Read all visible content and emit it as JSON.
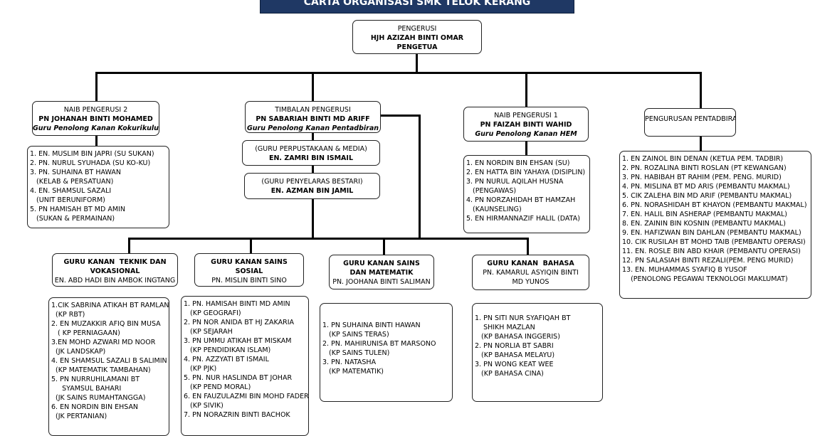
{
  "title": "CARTA ORGANISASI SMK TELOK KERANG",
  "chair": {
    "role": "PENGERUSI",
    "name": "HJH AZIZAH BINTI OMAR",
    "post": "PENGETUA"
  },
  "vp2": {
    "role": "NAIB PENGERUSI 2",
    "name": "PN JOHANAH BINTI MOHAMED",
    "post": "Guru Penolong Kanan Kokurikulum",
    "members": [
      "1. EN. MUSLIM BIN JAPRI (SU SUKAN)",
      "2. PN. NURUL SYUHADA (SU KO-KU)",
      "3. PN. SUHAINA BT HAWAN",
      "   (KELAB & PERSATUAN)",
      "4. EN. SHAMSUL SAZALI",
      "   (UNIT BERUNIFORM)",
      "5. PN HAMISAH BT MD AMIN",
      "   (SUKAN & PERMAINAN)"
    ]
  },
  "deputy": {
    "role": "TIMBALAN PENGERUSI",
    "name": "PN SABARIAH BINTI MD ARIFF",
    "post": "Guru Penolong Kanan Pentadbiran"
  },
  "library": {
    "role": "(GURU PERPUSTAKAAN & MEDIA)",
    "name": "EN. ZAMRI BIN ISMAIL"
  },
  "bestari": {
    "role": "(GURU PENYELARAS BESTARI)",
    "name": "EN. AZMAN BIN JAMIL"
  },
  "vp1": {
    "role": "NAIB PENGERUSI 1",
    "name": "PN FAIZAH BINTI WAHID",
    "post": "Guru Penolong Kanan HEM",
    "members": [
      "1. EN NORDIN BIN EHSAN (SU)",
      "2. EN HATTA BIN YAHAYA (DISIPLIN)",
      "3. PN NURUL AQILAH HUSNA",
      "   (PENGAWAS)",
      "4. PN NORZAHIDAH BT HAMZAH",
      "   (KAUNSELING)",
      "5. EN HIRMANNAZIF HALIL (DATA)"
    ]
  },
  "admin": {
    "role": "PENGURUSAN PENTADBIRAN",
    "members": [
      "1. EN ZAINOL BIN DENAN (KETUA PEM. TADBIR)",
      "2. PN. ROZALINA BINTI ROSLAN (PT KEWANGAN)",
      "3. PN. HABIBAH BT RAHIM (PEM. PENG. MURID)",
      "4. PN. MISLINA BT MD ARIS (PEMBANTU MAKMAL)",
      "5. CIK ZALEHA BIN MD ARIF (PEMBANTU MAKMAL)",
      "6. PN. NORASHIDAH BT KHAYON (PEMBANTU MAKMAL)",
      "7. EN. HALIL BIN ASHERAP (PEMBANTU MAKMAL)",
      "8. EN. ZAININ BIN KOSNIN (PEMBANTU MAKMAL)",
      "9. EN. HAFIZWAN BIN DAHLAN (PEMBANTU MAKMAL)",
      "10. CIK RUSILAH BT MOHD TAIB (PEMBANTU OPERASI)",
      "11. EN. ROSLE BIN ABD KHAIR (PEMBANTU OPERASI)",
      "12. PN SALASIAH BINTI REZALI(PEM. PENG MURID)",
      "13. EN. MUHAMMAS SYAFIQ B YUSOF",
      "    (PENOLONG PEGAWAI TEKNOLOGI MAKLUMAT)"
    ]
  },
  "tech": {
    "role1": "GURU KANAN  TEKNIK DAN",
    "role2": "VOKASIONAL",
    "name": "EN. ABD HADI BIN AMBOK INGTANG",
    "members": [
      "1.CIK SABRINA ATIKAH BT RAMLAN",
      "  (KP RBT)",
      "2. EN MUZAKKIR AFIQ BIN MUSA",
      "   ( KP PERNIAGAAN)",
      "3.EN MOHD AZWARI MD NOOR",
      "  (JK LANDSKAP)",
      "4. EN SHAMSUL SAZALI B SALIMIN",
      "  (KP MATEMATIK TAMBAHAN)",
      "5. PN NURRUHILAMANI BT",
      "     SYAMSUL BAHARI",
      "  (JK SAINS RUMAHTANGGA)",
      "6. EN NORDIN BIN EHSAN",
      "  (JK PERTANIAN)"
    ]
  },
  "social": {
    "role1": "GURU KANAN SAINS",
    "role2": "SOSIAL",
    "name": "PN. MISLIN BINTI SINO",
    "members": [
      "1. PN. HAMISAH BINTI MD AMIN",
      "   (KP GEOGRAFI)",
      "2. PN NOR ANIDA BT HJ ZAKARIA",
      "   (KP SEJARAH",
      "3. PN UMMU ATIKAH BT MISKAM",
      "   (KP PENDIDIKAN ISLAM)",
      "4. PN. AZZYATI BT ISMAIL",
      "   (KP PJK)",
      "5. PN. NUR HASLINDA BT JOHAR",
      "   (KP PEND MORAL)",
      "6. EN FAUZULAZMI BIN MOHD FADER",
      "   (KP SIVIK)",
      "7. PN NORAZRIN BINTI BACHOK"
    ]
  },
  "science": {
    "role1": "GURU KANAN SAINS",
    "role2": "DAN MATEMATIK",
    "name": "PN. JOOHANA BINTI SALIMAN",
    "members": [
      "1. PN SUHAINA BINTI HAWAN",
      "   (KP SAINS TERAS)",
      "2. PN. MAHIRUNISA BT MARSONO",
      "   (KP SAINS TULEN)",
      "3. PN. NATASHA",
      "   (KP MATEMATIK)"
    ]
  },
  "language": {
    "role1": "GURU KANAN  BAHASA",
    "name1": "PN. KAMARUL ASYIQIN BINTI",
    "name2": "MD YUNOS",
    "members": [
      "1. PN SITI NUR SYAFIQAH BT",
      "    SHIKH MAZLAN",
      "   (KP BAHASA INGGERIS)",
      "2. PN NORLIA BT SABRI",
      "   (KP BAHASA MELAYU)",
      "3. PN WONG KEAT WEE",
      "   (KP BAHASA CINA)"
    ]
  }
}
